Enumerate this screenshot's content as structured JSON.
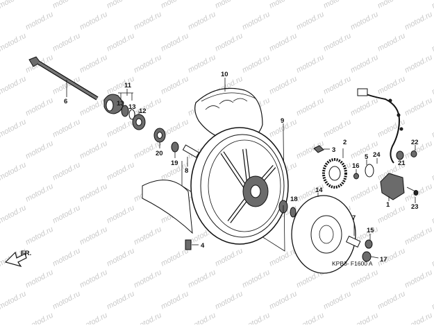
{
  "watermark": "motod.ru",
  "diagram_code": "KPB3- F1600 A",
  "direction_label": "FR.",
  "colors": {
    "ink": "#111111",
    "part_fill": "#6b6b6b",
    "watermark": "#c9c9c9"
  },
  "callouts": [
    "1",
    "2",
    "3",
    "4",
    "5",
    "6",
    "7",
    "8",
    "9",
    "10",
    "11",
    "12",
    "13",
    "13",
    "14",
    "15",
    "16",
    "17",
    "18",
    "19",
    "20",
    "21",
    "22",
    "23",
    "24"
  ]
}
